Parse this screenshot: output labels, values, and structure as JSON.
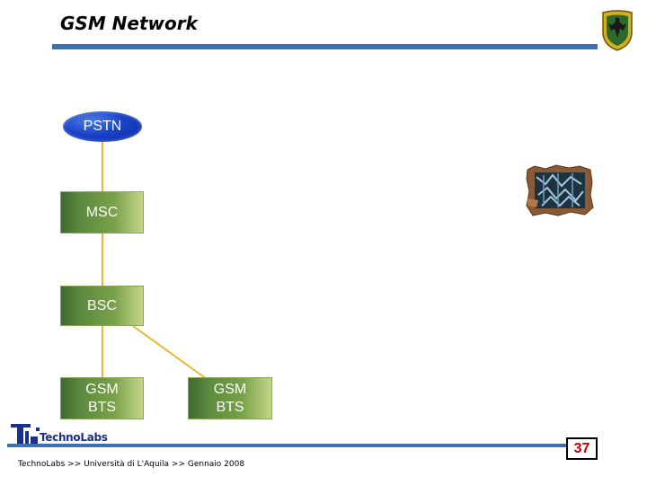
{
  "header": {
    "title": "GSM Network"
  },
  "diagram": {
    "nodes": {
      "pstn": "PSTN",
      "msc": "MSC",
      "bsc": "BSC",
      "bts1_line1": "GSM",
      "bts1_line2": "BTS",
      "bts2_line1": "GSM",
      "bts2_line2": "BTS"
    },
    "link_color": "#e8b830"
  },
  "footer": {
    "logo": "TechnoLabs",
    "text": "TechnoLabs >> Università di L'Aquila >> Gennaio 2008",
    "page_number": "37"
  },
  "colors": {
    "accent": "#3c6fb3",
    "page_number": "#c00000"
  }
}
